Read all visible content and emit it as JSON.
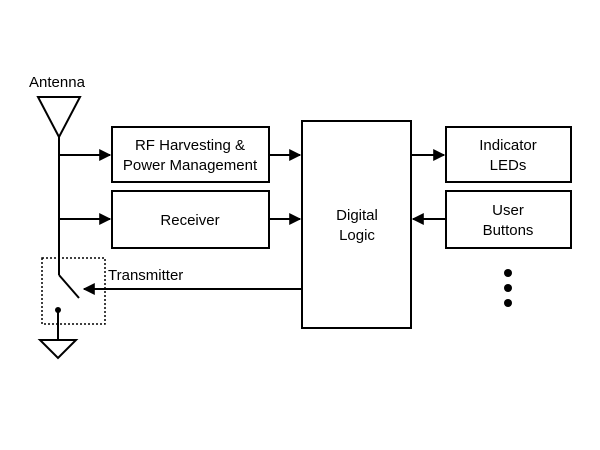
{
  "diagram": {
    "antenna_label": "Antenna",
    "rf_harvesting": {
      "line1": "RF Harvesting &",
      "line2": "Power Management"
    },
    "receiver": "Receiver",
    "digital_logic": {
      "line1": "Digital",
      "line2": "Logic"
    },
    "indicator_leds": {
      "line1": "Indicator",
      "line2": "LEDs"
    },
    "user_buttons": {
      "line1": "User",
      "line2": "Buttons"
    },
    "transmitter_label": "Transmitter",
    "continuation": "ellipsis-dots"
  }
}
